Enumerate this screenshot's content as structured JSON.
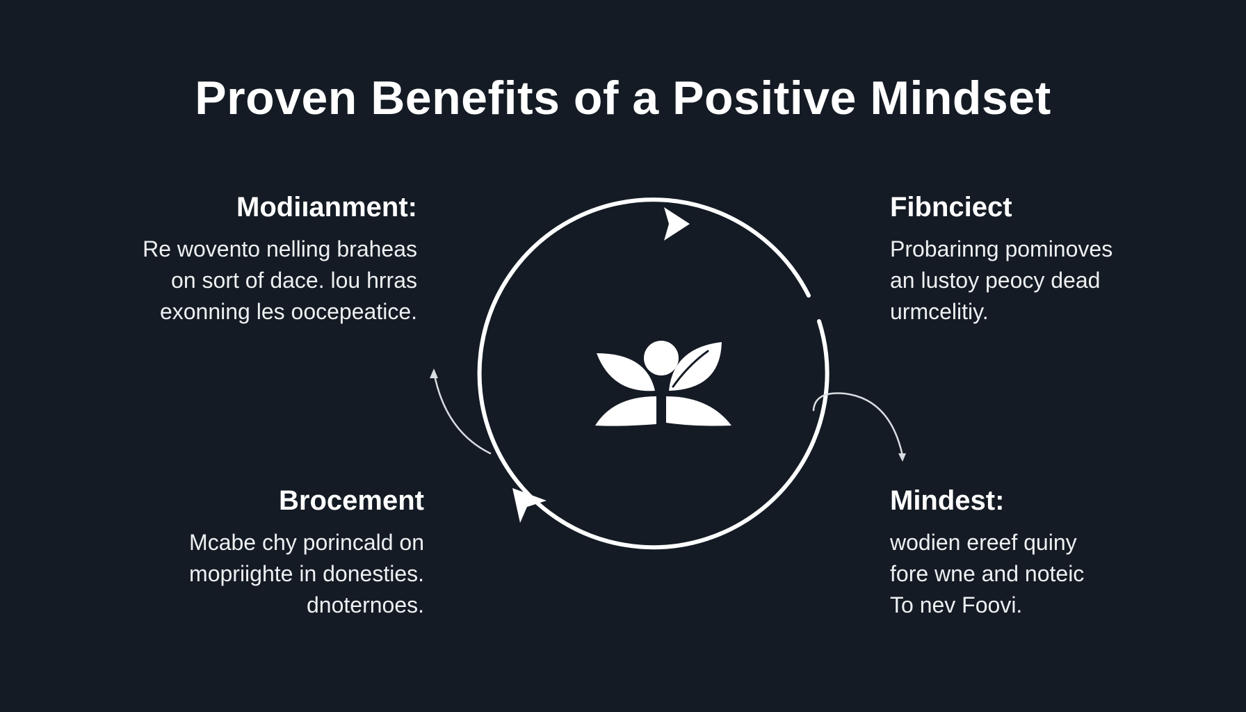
{
  "title": "Proven Benefits of a Positive Mindset",
  "colors": {
    "background": "#141b24",
    "foreground": "#ffffff"
  },
  "blocks": {
    "top_left": {
      "heading": "Modiıanment:",
      "lines": [
        "Re wovento nelling braheas",
        "on sort of dace. lou hrras",
        "exonning les oocepeatice."
      ]
    },
    "top_right": {
      "heading": "Fibnciect",
      "lines": [
        "Probarinng pominoves",
        "an lustoy peocy dead",
        "urmcelitiy."
      ]
    },
    "bottom_left": {
      "heading": "Brocement",
      "lines": [
        "Mcabe chy porincald on",
        "mopriighte in donesties.",
        "dnoternoes."
      ]
    },
    "bottom_right": {
      "heading": "Mindest:",
      "lines": [
        "wodien ereef quiny",
        "fore wne and noteic",
        "To nev Foovi."
      ]
    }
  },
  "diagram": {
    "center_icon": "person-leaves-icon",
    "cycle": "circular-arrows"
  }
}
